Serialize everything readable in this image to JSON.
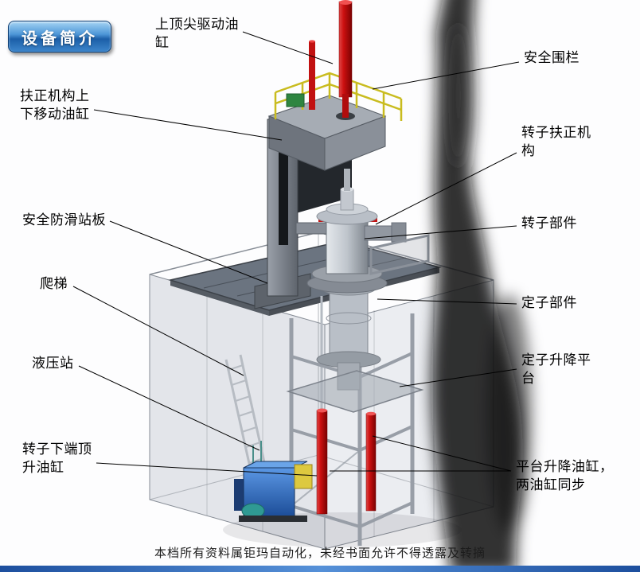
{
  "badge": {
    "label": "设备简介"
  },
  "labels": {
    "top_tip_cylinder": {
      "text": "上顶尖驱动油\n缸"
    },
    "safety_fence": {
      "text": "安全围栏"
    },
    "centering_move_cylinder": {
      "text": "扶正机构上\n下移动油缸"
    },
    "rotor_centering": {
      "text": "转子扶正机\n构"
    },
    "anti_slip_platform": {
      "text": "安全防滑站板"
    },
    "rotor_part": {
      "text": "转子部件"
    },
    "ladder": {
      "text": "爬梯"
    },
    "stator_part": {
      "text": "定子部件"
    },
    "hydraulic_station": {
      "text": "液压站"
    },
    "stator_lift_platform": {
      "text": "定子升降平\n台"
    },
    "rotor_bottom_jack": {
      "text": "转子下端顶\n升油缸"
    },
    "platform_lift_cylinders": {
      "text": "平台升降油缸，\n两油缸同步"
    }
  },
  "watermark": "本档所有资料属钜玛自动化，未经书面允许不得透露及转摘",
  "colors": {
    "cylinder_red": "#cc1010",
    "badge_blue": "#1c5fa8",
    "railing_yellow": "#c9bc1f",
    "hydraulic_blue": "#2a6fd6",
    "bottom_bar_blue": "#1d4f9e",
    "structure_gray": "#7c828b"
  }
}
